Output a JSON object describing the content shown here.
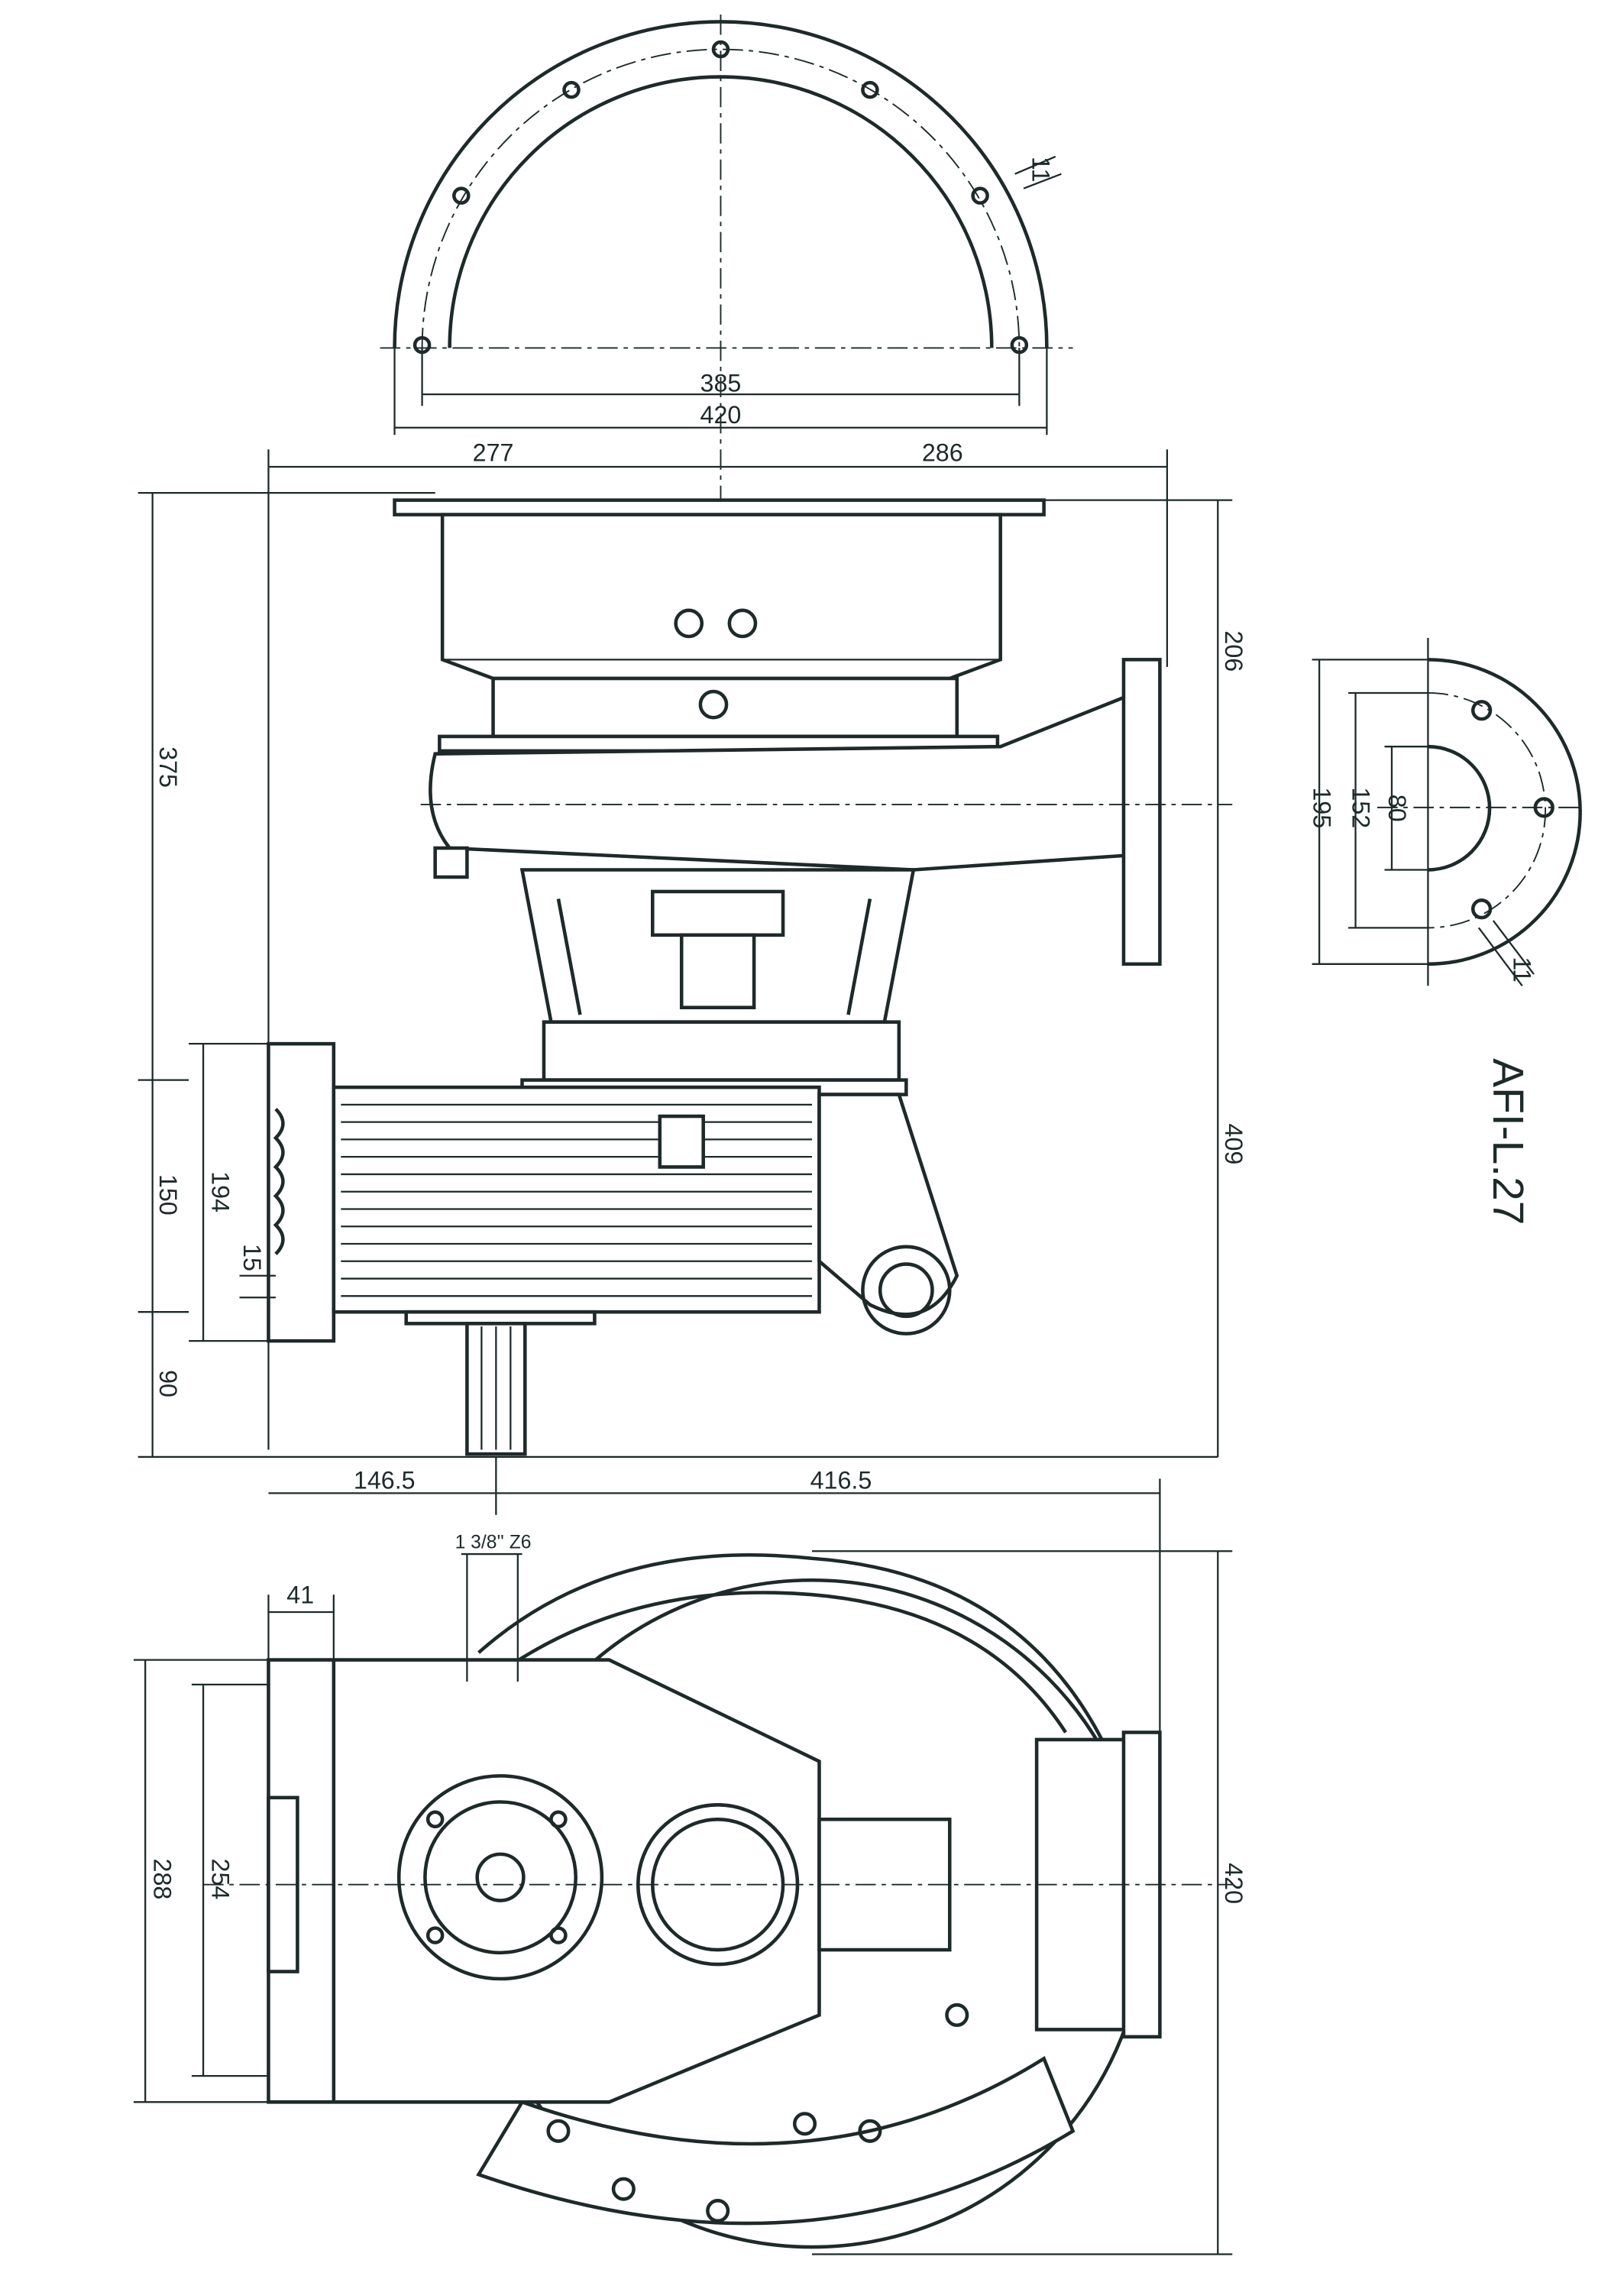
{
  "title": "AFI-L.27",
  "colors": {
    "ink": "#1e2a2a",
    "paper": "#ffffff"
  },
  "top_view": {
    "hole_dim": "11",
    "bolt_circle": "385",
    "outer_diameter": "420"
  },
  "side_view": {
    "left_width": "277",
    "right_width": "286",
    "upper_height": "206",
    "total_height": "375",
    "lower_height": "409",
    "motor_height": "194",
    "motor_height_inner": "150",
    "fin_dim": "15",
    "base_height": "90",
    "shaft_offset": "146.5",
    "right_length": "416.5"
  },
  "outlet_flange": {
    "bore": "80",
    "bolt_circle": "152",
    "outer": "195",
    "hole_dim": "11"
  },
  "bottom_view": {
    "shaft_spec": "1 3/8'' Z6",
    "edge_offset": "41",
    "width_outer": "288",
    "width_inner": "254",
    "height": "420"
  }
}
